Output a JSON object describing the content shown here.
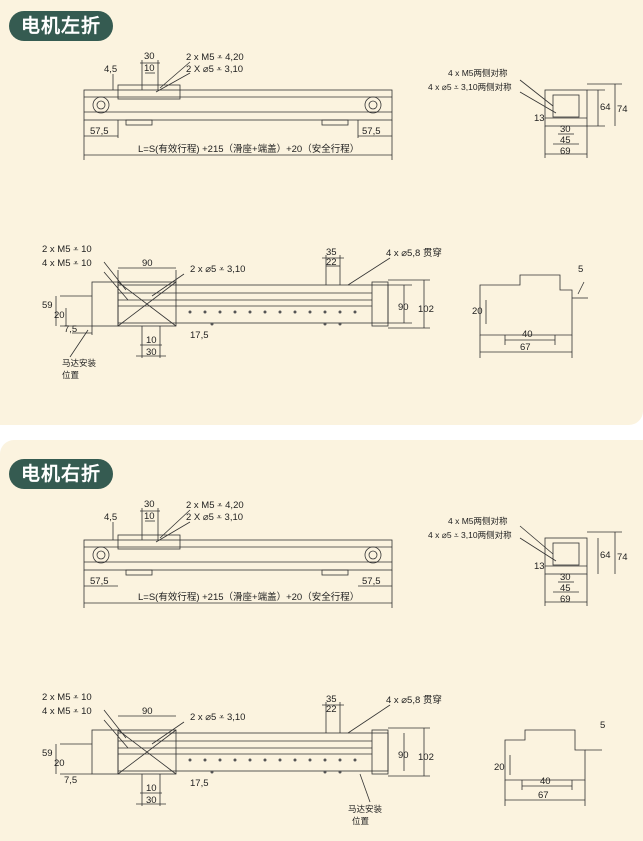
{
  "sections": [
    {
      "title": "电机左折",
      "top_view": {
        "edge_left": "4,5",
        "top_width": "30",
        "inner": "10",
        "callout1": "2 x  M5 ⩡ 4,20",
        "callout2": "2 X ⌀5 ⩡ 3,10",
        "end_left": "57,5",
        "end_right": "57,5",
        "formula": "L=S(有效行程) +215（滑座+端盖）+20（安全行程）"
      },
      "end_view": {
        "note1": "4 x M5两侧对称",
        "note2": "4 x ⌀5 ⩡ 3,10两侧对称",
        "h1": "13",
        "w30": "30",
        "w45": "45",
        "w69": "69",
        "h64": "64",
        "h74": "74"
      },
      "side_view": {
        "callout_a": "2 x  M5 ⩡ 10",
        "callout_b": "4 x  M5 ⩡ 10",
        "w90": "90",
        "callout_c": "2 x ⌀5 ⩡ 3,10",
        "d35": "35",
        "d22": "22",
        "holes": "4 x ⌀5,8 贯穿",
        "v59": "59",
        "v20": "20",
        "v7_5": "7,5",
        "b10": "10",
        "b30": "30",
        "p17_5": "17,5",
        "h90": "90",
        "h102": "102",
        "motor_label": "马达安装",
        "motor_label2": "位置"
      },
      "profile": {
        "d5": "5",
        "d20": "20",
        "d40": "40",
        "d67": "67"
      }
    },
    {
      "title": "电机右折",
      "top_view": {
        "edge_left": "4,5",
        "top_width": "30",
        "inner": "10",
        "callout1": "2 x  M5 ⩡ 4,20",
        "callout2": "2 X ⌀5 ⩡ 3,10",
        "end_left": "57,5",
        "end_right": "57,5",
        "formula": "L=S(有效行程) +215（滑座+端盖）+20（安全行程）"
      },
      "end_view": {
        "note1": "4 x M5两侧对称",
        "note2": "4 x ⌀5 ⩡ 3,10两侧对称",
        "h1": "13",
        "w30": "30",
        "w45": "45",
        "w69": "69",
        "h64": "64",
        "h74": "74"
      },
      "side_view": {
        "callout_a": "2 x  M5 ⩡ 10",
        "callout_b": "4 x  M5 ⩡ 10",
        "w90": "90",
        "callout_c": "2 x ⌀5 ⩡ 3,10",
        "d35": "35",
        "d22": "22",
        "holes": "4 x ⌀5,8 贯穿",
        "v59": "59",
        "v20": "20",
        "v7_5": "7,5",
        "b10": "10",
        "b30": "30",
        "p17_5": "17,5",
        "h90": "90",
        "h102": "102",
        "motor_label": "马达安装",
        "motor_label2": "位置"
      },
      "profile": {
        "d5": "5",
        "d20": "20",
        "d40": "40",
        "d67": "67"
      }
    }
  ]
}
